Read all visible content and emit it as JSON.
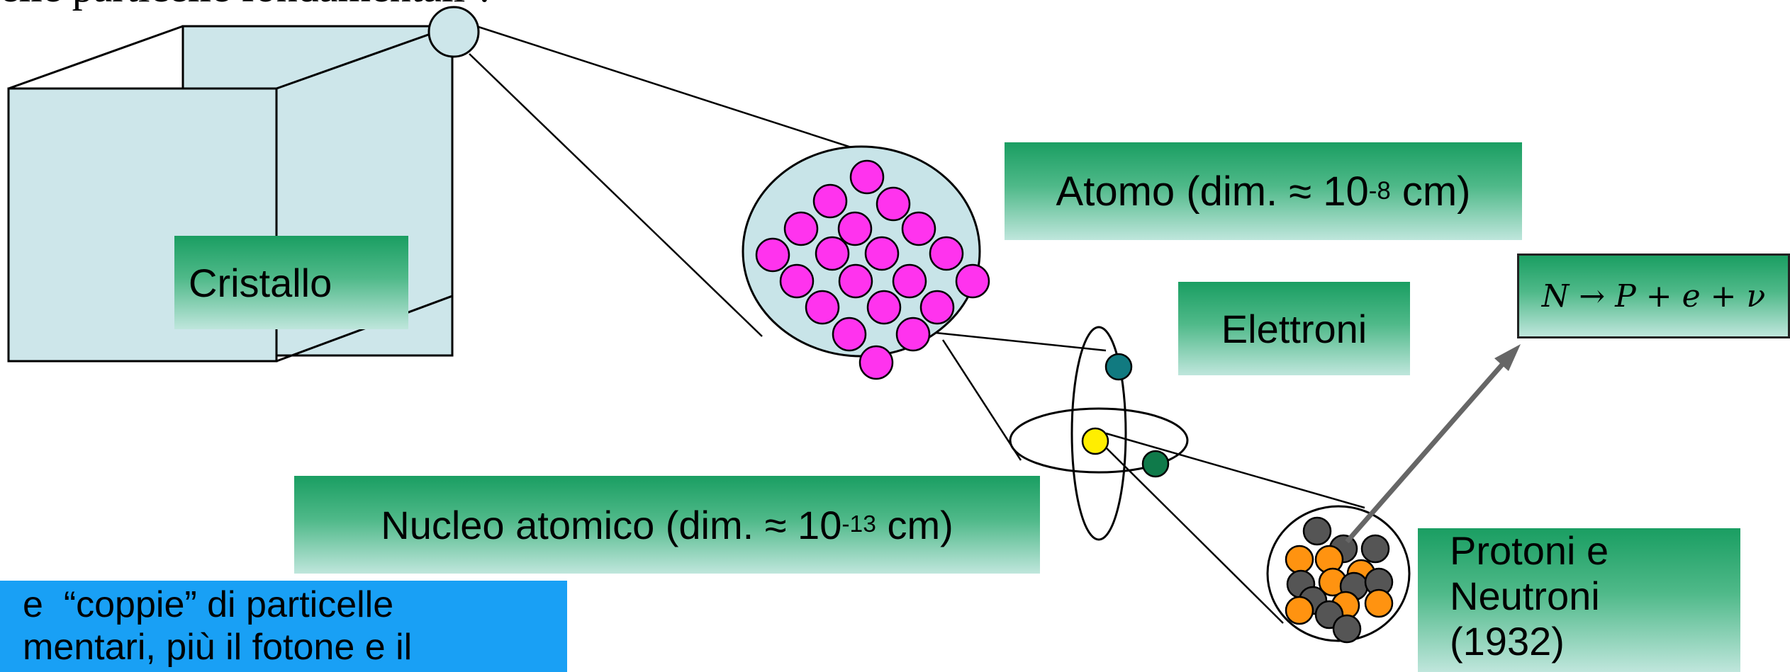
{
  "header_text": "elle particelle fondamentali ?",
  "labels": {
    "cristallo": "Cristallo",
    "atomo_prefix": "Atomo (dim. ≈ 10",
    "atomo_exp": "-8",
    "atomo_suffix": " cm)",
    "elettroni": "Elettroni",
    "nucleo_prefix": "Nucleo atomico (dim. ≈ 10",
    "nucleo_exp": "-13",
    "nucleo_suffix": " cm)",
    "protoni_line1": "Protoni e",
    "protoni_line2": "Neutroni",
    "protoni_line3": "(1932)",
    "formula": "N → P + e + ν"
  },
  "blue_box": {
    "line1": "e  “coppie” di particelle",
    "line2": "mentari, più il fotone e il"
  },
  "colors": {
    "crystal_fill": "#cde6ea",
    "atom_fill": "#c8e4e8",
    "pink_particle": "#ff33ee",
    "electron_teal": "#117a80",
    "electron_green": "#0f7a4a",
    "nucleus_yellow": "#ffee00",
    "proton_orange": "#ff9310",
    "neutron_gray": "#555555",
    "label_green": "#1a9e62",
    "blue_box": "#19a0f5",
    "arrow_gray": "#666666"
  }
}
